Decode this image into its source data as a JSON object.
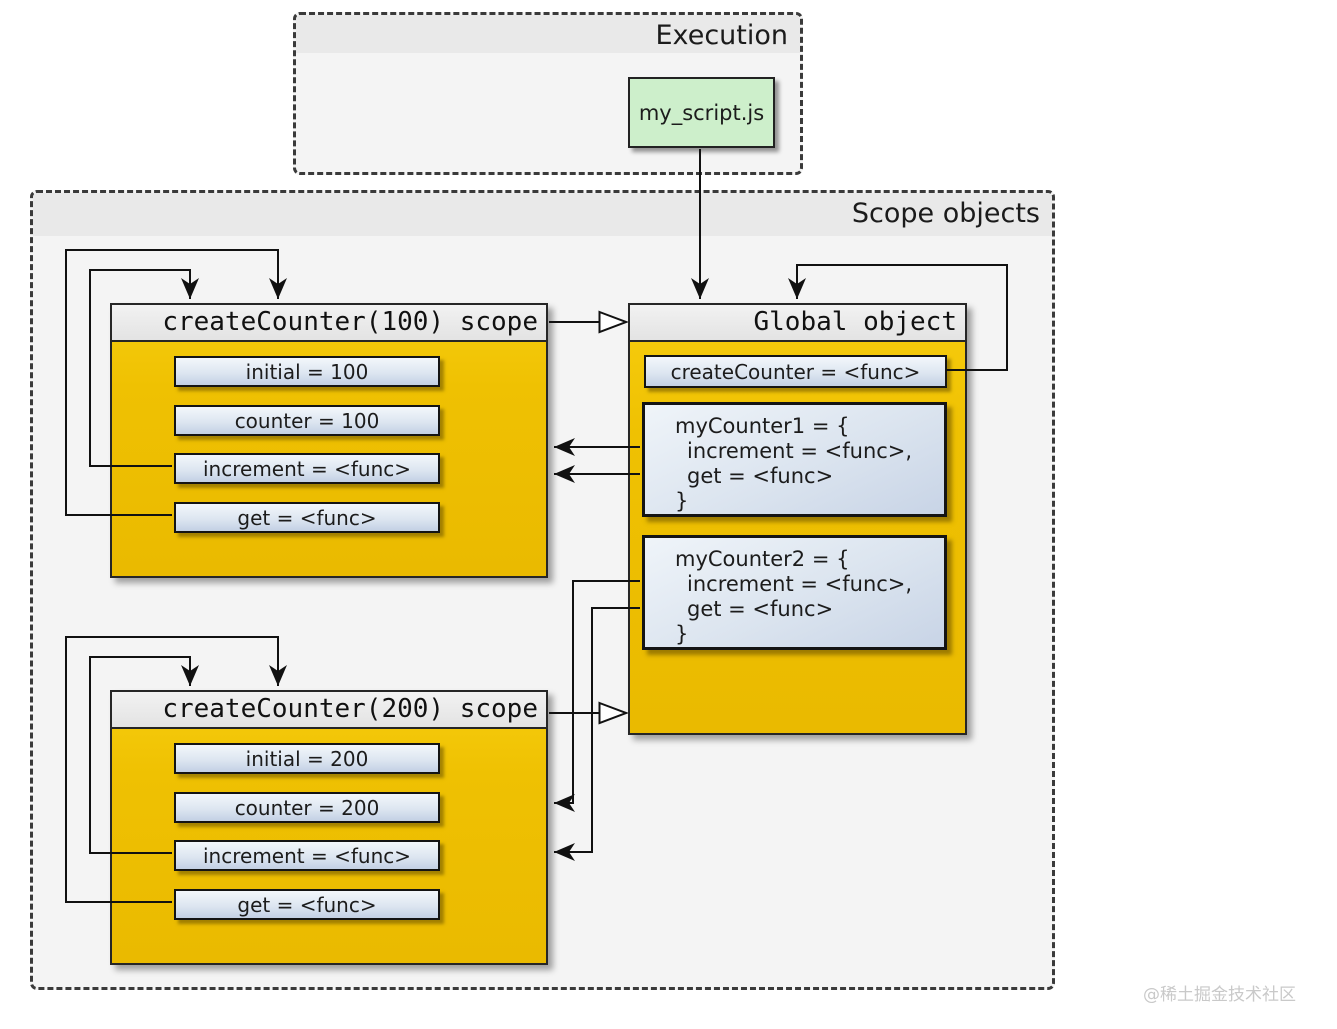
{
  "execution": {
    "title": "Execution",
    "script_label": "my_script.js"
  },
  "scope_objects": {
    "title": "Scope objects",
    "scope100": {
      "title": "createCounter(100) scope",
      "fields": [
        "initial = 100",
        "counter = 100",
        "increment = <func>",
        "get = <func>"
      ]
    },
    "global": {
      "title": "Global object",
      "create_counter_field": "createCounter = <func>",
      "my_counter1": {
        "lines": [
          "myCounter1 = {",
          "increment = <func>,",
          "get = <func>",
          "}"
        ]
      },
      "my_counter2": {
        "lines": [
          "myCounter2 = {",
          "increment = <func>,",
          "get = <func>",
          "}"
        ]
      }
    },
    "scope200": {
      "title": "createCounter(200) scope",
      "fields": [
        "initial = 200",
        "counter = 200",
        "increment = <func>",
        "get = <func>"
      ]
    }
  },
  "watermark": "@稀土掘金技术社区",
  "colors": {
    "scope_body_yellow": "#EFC102",
    "field_gradient_top": "#F3F7FB",
    "field_gradient_bottom": "#C3D0E4",
    "script_green": "#CDEFCB",
    "header_gray": "#E9E9E9",
    "container_gray": "#F4F4F4",
    "line_black": "#111111"
  }
}
